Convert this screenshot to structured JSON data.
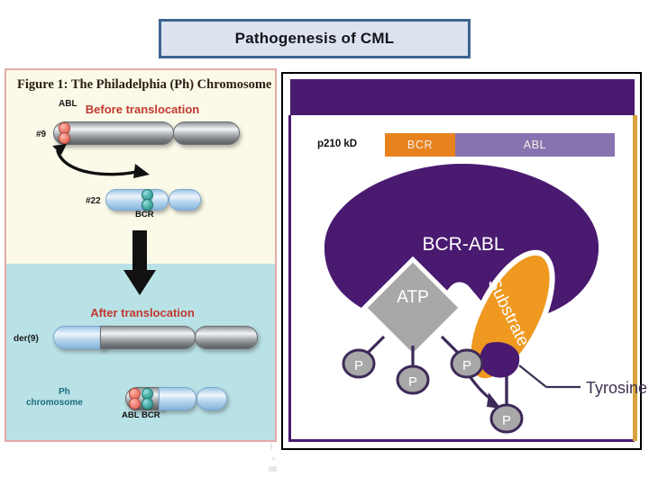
{
  "slide": {
    "title": "Pathogenesis of CML"
  },
  "left_figure": {
    "caption": "Figure 1: The Philadelphia (Ph) Chromosome",
    "before_label": "Before translocation",
    "after_label": "After translocation",
    "chr9_label": "#9",
    "chr9_gene": "ABL",
    "chr22_label": "#22",
    "chr22_gene": "BCR",
    "der9_label": "der(9)",
    "ph_label_line1": "Ph",
    "ph_label_line2": "chromosome",
    "ph_genes": "ABL BCR",
    "colors": {
      "top_bg": "#fbfae9",
      "bottom_bg": "#b9e2e6",
      "border": "#e5a9a9",
      "heading_red": "#c0392f",
      "teal_text": "#1b6c82"
    }
  },
  "right_figure": {
    "protein_size_label": "p210 kD",
    "bcr_segment": "BCR",
    "abl_segment": "ABL",
    "blob_label": "BCR-ABL",
    "atp_label": "ATP",
    "substrate_label": "Substrate",
    "tyrosine_label": "Tyrosine",
    "phosphate_label": "P",
    "phosphate_count": 4,
    "colors": {
      "header_purple": "#4a1a70",
      "blob_purple": "#4a1a70",
      "bcr_orange": "#e8821e",
      "abl_violet": "#8673b0",
      "substrate_orange": "#ef9920",
      "atp_gray": "#a8a8a8",
      "gold_stripe": "#d8a33c",
      "tyrosine_text": "#3d3050"
    }
  },
  "theme": {
    "title_fill": "#dce3ef",
    "title_border": "#3c6490",
    "page_bg": "#ffffff"
  }
}
